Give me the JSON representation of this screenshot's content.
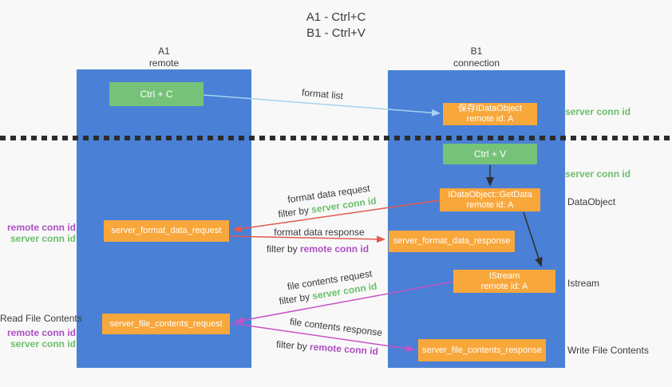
{
  "title": {
    "line1": "A1 - Ctrl+C",
    "line2": "B1 - Ctrl+V"
  },
  "lanes": {
    "left": {
      "name": "A1",
      "role": "remote"
    },
    "right": {
      "name": "B1",
      "role": "connection"
    }
  },
  "nodes": {
    "ctrl_c": {
      "label": "Ctrl + C"
    },
    "save_dataobject": {
      "line1": "保存IDataObject",
      "line2": "remote id: A"
    },
    "ctrl_v": {
      "label": "Ctrl + V"
    },
    "getdata": {
      "line1": "IDataObject::GetData",
      "line2": "remote id: A"
    },
    "server_format_data_request": {
      "label": "server_format_data_request"
    },
    "server_format_data_response": {
      "label": "server_format_data_response"
    },
    "istream": {
      "line1": "IStream",
      "line2": "remote id: A"
    },
    "server_file_contents_request": {
      "label": "server_file_contents_request"
    },
    "server_file_contents_response": {
      "label": "server_file_contents_response"
    }
  },
  "arrow_labels": {
    "format_list": "format list",
    "format_data_request": "format data request",
    "format_data_response": "format data response",
    "file_contents_request": "file contents request",
    "file_contents_response": "file contents response",
    "filter_by": "filter by"
  },
  "side_labels": {
    "server_conn_id": "server conn id",
    "remote_conn_id": "remote conn id",
    "dataobject": "DataObject",
    "istream": "Istream",
    "read_file_contents": "Read File Contents",
    "write_file_contents": "Write File Contents"
  },
  "colors": {
    "lane_blue": "#4a80d6",
    "node_orange": "#f8a73b",
    "node_green": "#75c278",
    "arrow_red": "#e25a50",
    "arrow_pink": "#c653c6",
    "arrow_light_blue": "#a6d3ee",
    "arrow_black": "#2f2f2f",
    "server_conn_id_green": "#6abf6c",
    "remote_conn_id_purple": "#ae4ec4",
    "text_dark": "#3a3a3a",
    "background": "#f8f8f8"
  }
}
